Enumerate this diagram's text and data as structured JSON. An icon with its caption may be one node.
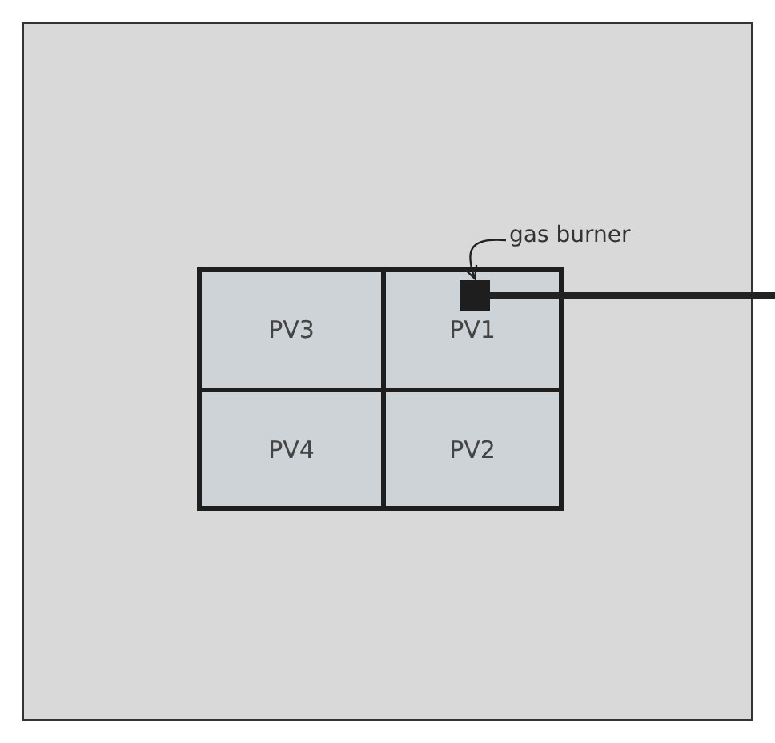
{
  "diagram": {
    "nodes": [
      {
        "text": [
          "gas burner"
        ]
      },
      {
        "text": [
          "PV3"
        ]
      },
      {
        "text": [
          "PV1"
        ]
      },
      {
        "text": [],
        "shape": "box",
        "in": 2
      },
      {
        "text": [
          "PV4"
        ]
      },
      {
        "text": [
          "PV2"
        ]
      }
    ],
    "edges": [
      {
        "from": 0,
        "to": 3,
        "arrow": "to"
      },
      {
        "from": 3,
        "to": null,
        "arrow": "none",
        "style": "thick"
      }
    ]
  }
}
